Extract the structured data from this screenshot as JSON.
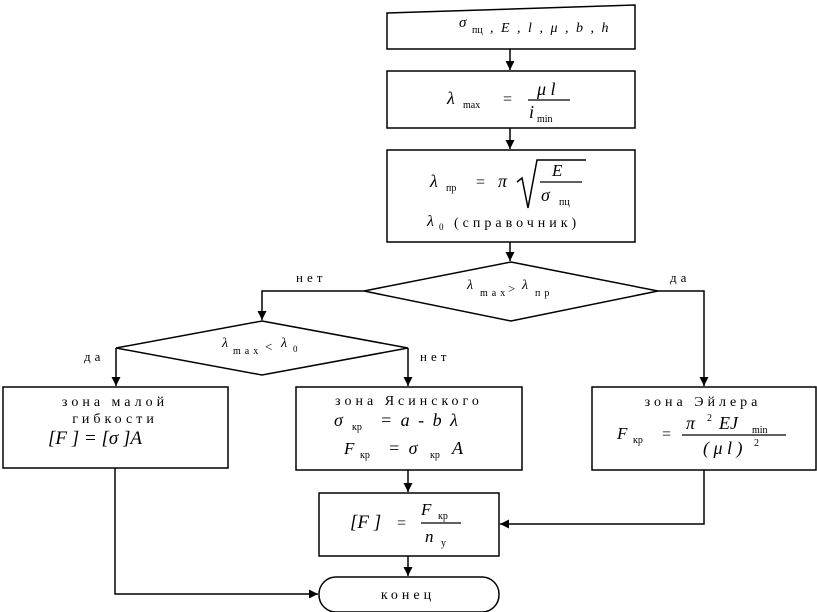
{
  "input_box": {
    "sigma": "σ",
    "sigma_sub": "пц",
    "params": ", E , l , μ , b , h"
  },
  "lambda_max_box": {
    "lambda": "λ",
    "sub": "max",
    "eq": "=",
    "numerator": "μ l",
    "denominator": "i",
    "denominator_sub": "min"
  },
  "lambda_pr_box": {
    "lambda": "λ",
    "sub": "пр",
    "eq": "=",
    "pi": "π",
    "numerator": "E",
    "denominator": "σ",
    "denominator_sub": "пц",
    "lambda0": "λ",
    "lambda0_sub": "0",
    "ref_text": "(справочник)"
  },
  "decision_main": {
    "lambda1": "λ",
    "sub1": "max",
    "op": ">",
    "lambda2": "λ",
    "sub2": "пр",
    "no_label": "нет",
    "yes_label": "да"
  },
  "decision_left": {
    "lambda1": "λ",
    "sub1": "max",
    "op": "<",
    "lambda2": "λ",
    "sub2": "0",
    "yes_label": "да",
    "no_label": "нет"
  },
  "zone_small": {
    "title_line1": "зона малой",
    "title_line2": "гибкости",
    "formula": "[F ] = [σ ]A"
  },
  "zone_yasinsky": {
    "title": "зона Ясинского",
    "sigma": "σ",
    "sigma_sub": "кр",
    "rhs1": "= a - b λ",
    "F": "F",
    "F_sub": "кр",
    "rhs2_sigma": "= σ",
    "rhs2_sub": "кр",
    "rhs2_A": "A"
  },
  "zone_euler": {
    "title": "зона Эйлера",
    "F": "F",
    "F_sub": "кр",
    "eq": "=",
    "num_pi": "π",
    "num_exp": "2",
    "num_rest": "EJ",
    "num_sub": "min",
    "den": "( μ l )",
    "den_exp": "2"
  },
  "allowable_box": {
    "lhs": "[F ]",
    "eq": "=",
    "numerator": "F",
    "numerator_sub": "кр",
    "denominator": "n",
    "denominator_sub": "у"
  },
  "end_terminal": {
    "label": "конец"
  }
}
